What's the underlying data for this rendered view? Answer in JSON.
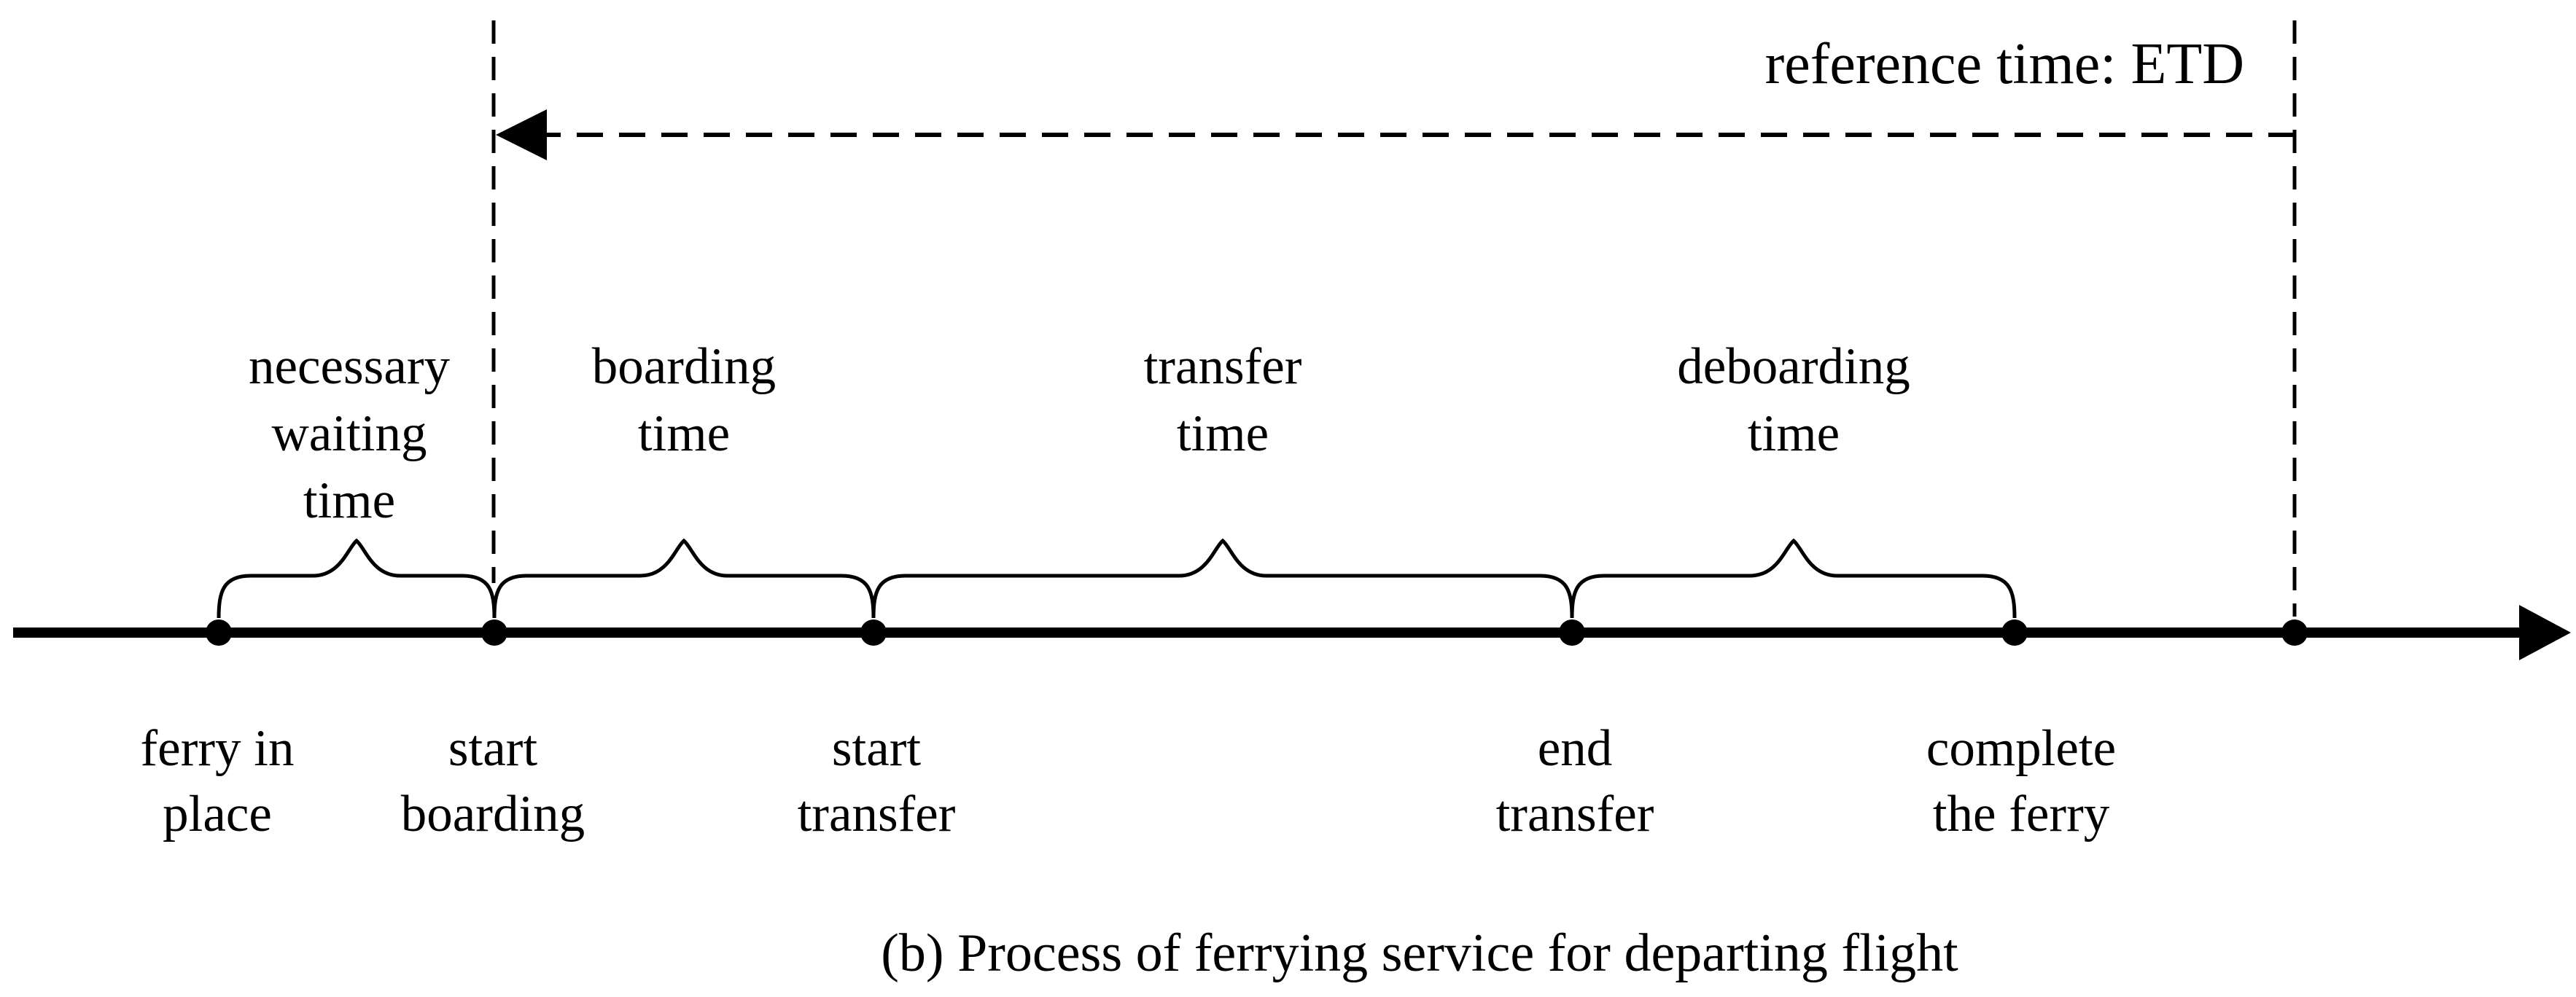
{
  "colors": {
    "ink": "#000000",
    "background": "#ffffff"
  },
  "reference": {
    "label": "reference time: ETD"
  },
  "intervals": [
    {
      "name": "necessary-waiting-time",
      "lines": [
        "necessary",
        "waiting",
        "time"
      ]
    },
    {
      "name": "boarding-time",
      "lines": [
        "boarding",
        "time"
      ]
    },
    {
      "name": "transfer-time",
      "lines": [
        "transfer",
        "time"
      ]
    },
    {
      "name": "deboarding-time",
      "lines": [
        "deboarding",
        "time"
      ]
    }
  ],
  "events": [
    {
      "name": "ferry-in-place",
      "lines": [
        "ferry in",
        "place"
      ]
    },
    {
      "name": "start-boarding",
      "lines": [
        "start",
        "boarding"
      ]
    },
    {
      "name": "start-transfer",
      "lines": [
        "start",
        "transfer"
      ]
    },
    {
      "name": "end-transfer",
      "lines": [
        "end",
        "transfer"
      ]
    },
    {
      "name": "complete-the-ferry",
      "lines": [
        "complete",
        "the ferry"
      ]
    }
  ],
  "caption": "(b) Process of ferrying service for departing flight"
}
